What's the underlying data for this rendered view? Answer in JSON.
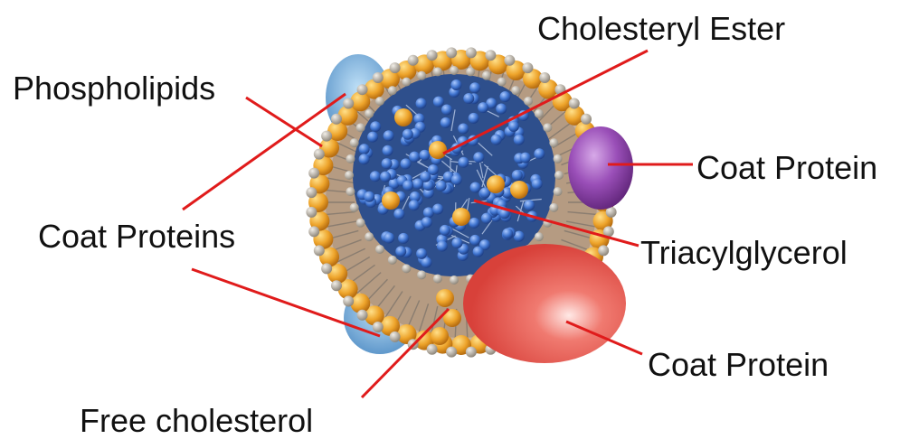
{
  "labels": {
    "cholesteryl_ester": "Cholesteryl Ester",
    "phospholipids": "Phospholipids",
    "coat_proteins": "Coat Proteins",
    "coat_protein_right": "Coat Protein",
    "triacylglycerol": "Triacylglycerol",
    "coat_protein_bottom": "Coat Protein",
    "free_cholesterol": "Free cholesterol"
  },
  "colors": {
    "leader_line": "#e01b1b",
    "phospholipid_head": "#e8a224",
    "phospholipid_head_small": "#b9b2a6",
    "core_background": "#2e4f8c",
    "triacylglycerol_bead": "#4b7fd6",
    "cholesteryl_ester_bead": "#d98b1e",
    "coat_protein_red": "#e85a52",
    "coat_protein_purple": "#8a3fa6",
    "coat_protein_blue": "#6aa7d8",
    "shell_tan": "#b59b82"
  }
}
